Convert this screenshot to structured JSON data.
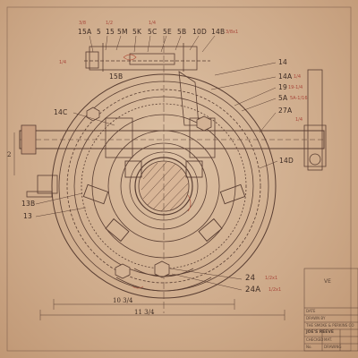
{
  "callouts_top": [
    "15A",
    "5",
    "15",
    "5M",
    "5K",
    "5C",
    "5E",
    "5B",
    "10D",
    "14B"
  ],
  "callouts_top_sizes": [
    "3/8",
    "",
    "1/2",
    "",
    "",
    "1/4",
    "",
    "",
    "",
    "3/8x1"
  ],
  "callouts": {
    "c15B": "15B",
    "c14": "14",
    "c14A": "14A",
    "c19": "19",
    "c5A": "5A",
    "c27A": "27A",
    "c14C": "14C",
    "c14D": "14D",
    "c13B": "13B",
    "c13": "13",
    "c24": "24",
    "c24A": "24A"
  },
  "annotations": {
    "a19": "19-1/4",
    "a5A": "5A-1/16",
    "a24": "1/2x1",
    "a24A": "1/2x1",
    "a14A": "1/4",
    "a27A": "1/4",
    "a15B": "1/4"
  },
  "dimensions": {
    "d1": "10 3/4",
    "d2": "11 3/4",
    "left_dim": "2"
  },
  "title_block": {
    "date_label": "DATE",
    "drawn_label": "DRAWN BY",
    "company": "THE SMOKE & PERKINS CO",
    "product": "JOE'S REEVE",
    "side_label": "VE",
    "notes": [
      "CHECKED",
      "MAT.",
      "No.",
      "DRAWING"
    ]
  }
}
